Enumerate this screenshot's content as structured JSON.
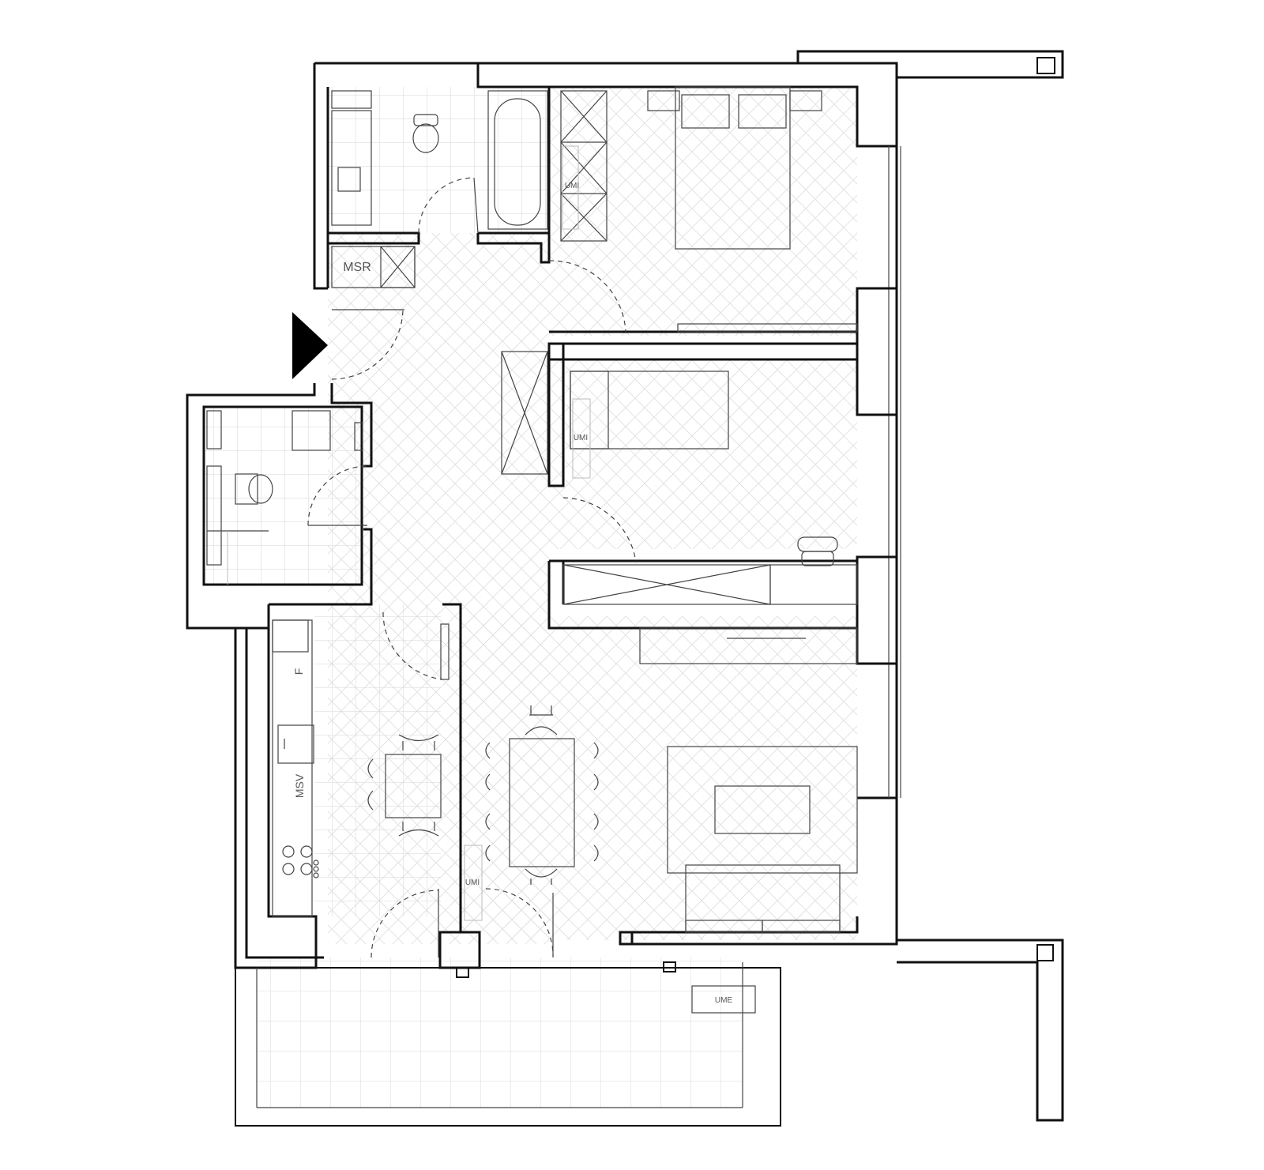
{
  "labels": {
    "msr": "MSR",
    "msv": "MSV",
    "fridge": "F",
    "umi": "UMI",
    "ume": "UME"
  }
}
